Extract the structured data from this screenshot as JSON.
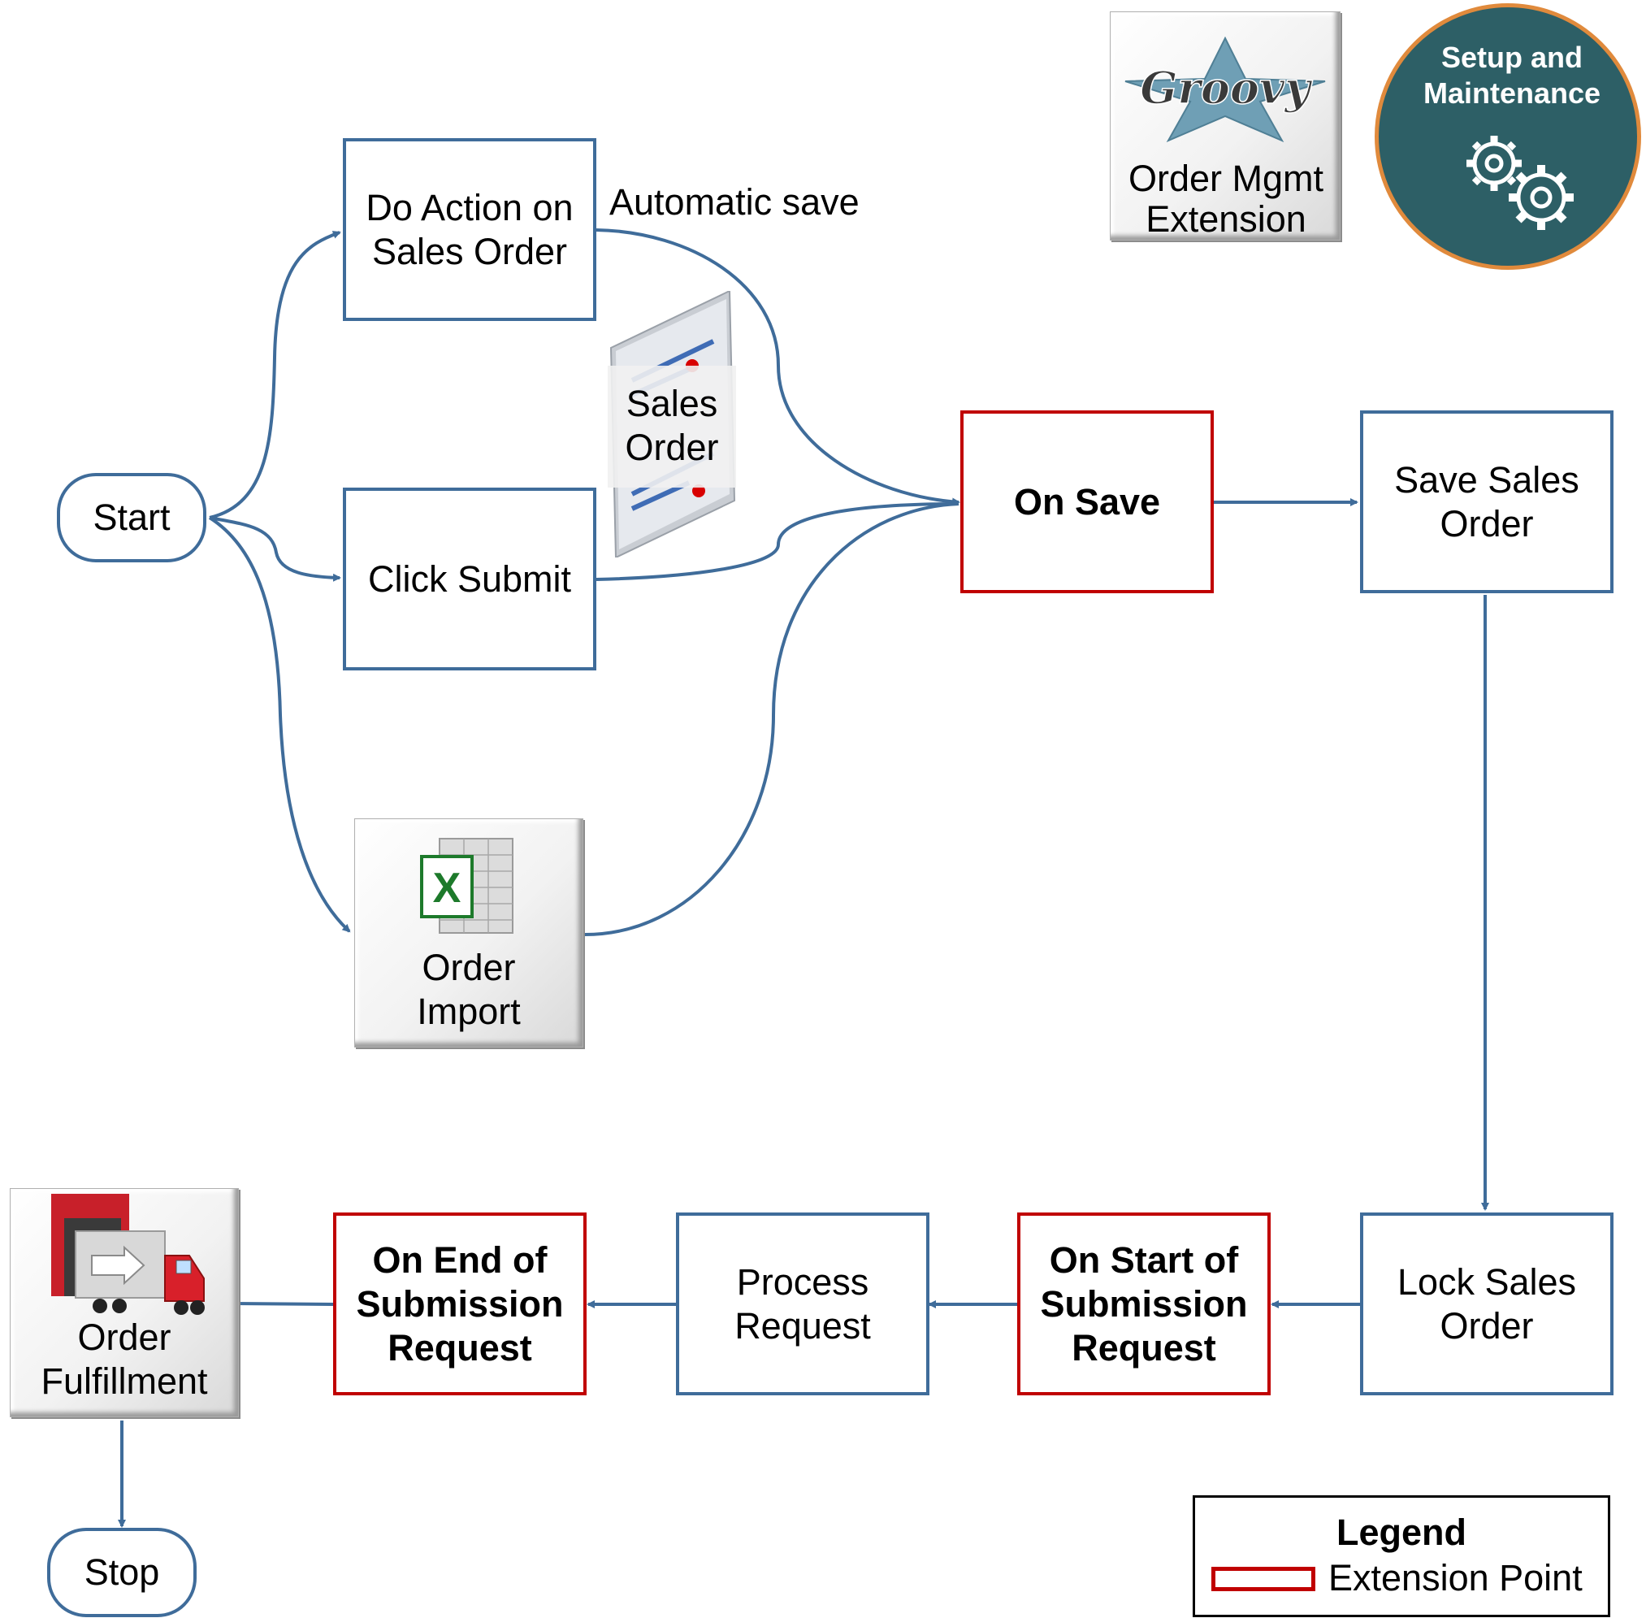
{
  "nodes": {
    "start": "Start",
    "do_action": "Do Action on Sales Order",
    "click_submit": "Click Submit",
    "order_import": "Order Import",
    "sales_order_doc": "Sales Order",
    "on_save": "On Save",
    "save_sales_order": "Save Sales Order",
    "lock_sales_order": "Lock Sales Order",
    "on_start_submission": "On Start of Submission Request",
    "process_request": "Process Request",
    "on_end_submission": "On End of Submission Request",
    "order_fulfillment": "Order Fulfillment",
    "stop": "Stop"
  },
  "annotations": {
    "automatic_save": "Automatic save"
  },
  "badges": {
    "groovy_logo_text": "Groovy",
    "order_mgmt_extension": "Order Mgmt Extension",
    "setup_and_maintenance": "Setup and Maintenance"
  },
  "legend": {
    "title": "Legend",
    "extension_point": "Extension Point"
  },
  "colors": {
    "connector": "#3f6c9a",
    "extension_point": "#c00000",
    "setup_badge_fill": "#2d5f66",
    "setup_badge_ring": "#e08a3c"
  },
  "icons": {
    "sales_order": "document-icon",
    "order_import": "spreadsheet-icon",
    "order_fulfillment": "truck-icon",
    "setup_and_maintenance": "gears-icon",
    "order_mgmt_extension": "groovy-star-icon"
  }
}
